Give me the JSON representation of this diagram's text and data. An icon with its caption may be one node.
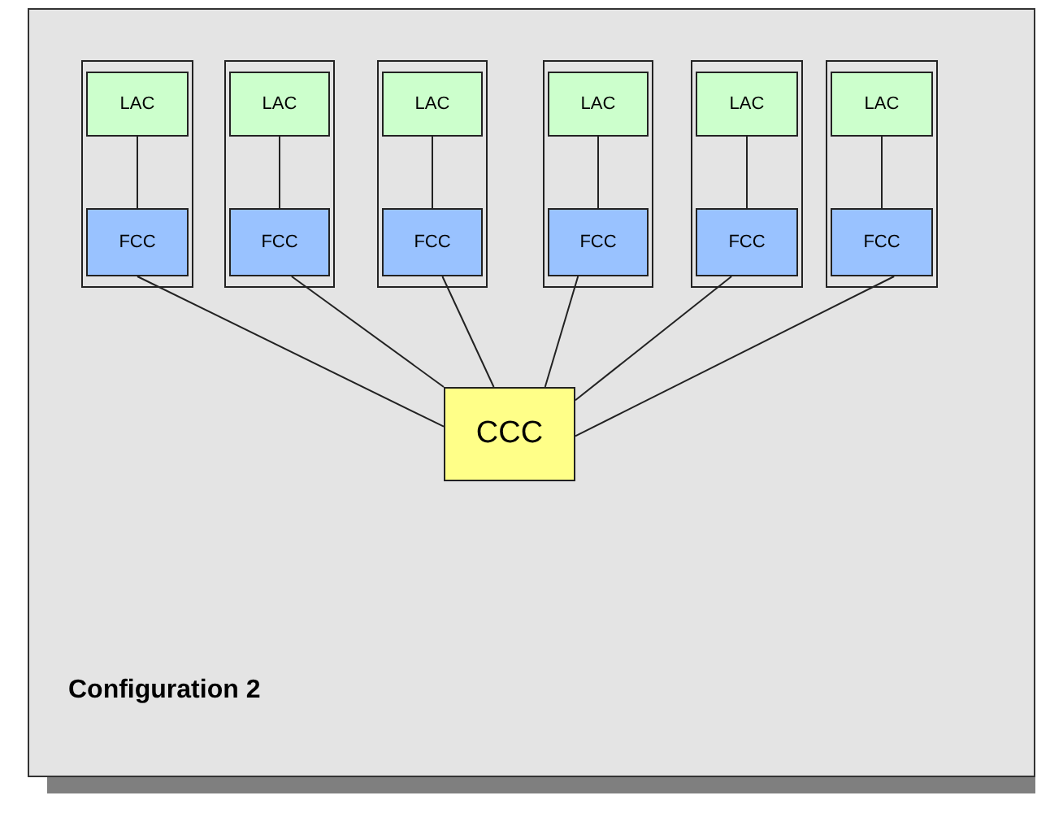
{
  "diagram": {
    "nodes": [
      {
        "text": [
          "Configuration 2"
        ]
      },
      {
        "text": [],
        "shape": "box",
        "in": 0
      },
      {
        "text": [
          "LAC"
        ],
        "in": 1
      },
      {
        "text": [
          "FCC"
        ],
        "in": 1
      },
      {
        "text": [],
        "shape": "box",
        "in": 0
      },
      {
        "text": [
          "LAC"
        ],
        "in": 4
      },
      {
        "text": [
          "FCC"
        ],
        "in": 4
      },
      {
        "text": [],
        "shape": "box",
        "in": 0
      },
      {
        "text": [
          "LAC"
        ],
        "in": 7
      },
      {
        "text": [
          "FCC"
        ],
        "in": 7
      },
      {
        "text": [],
        "shape": "box",
        "in": 0
      },
      {
        "text": [
          "LAC"
        ],
        "in": 10
      },
      {
        "text": [
          "FCC"
        ],
        "in": 10
      },
      {
        "text": [],
        "shape": "box",
        "in": 0
      },
      {
        "text": [
          "LAC"
        ],
        "in": 13
      },
      {
        "text": [
          "FCC"
        ],
        "in": 13
      },
      {
        "text": [],
        "shape": "box",
        "in": 0
      },
      {
        "text": [
          "LAC"
        ],
        "in": 16
      },
      {
        "text": [
          "FCC"
        ],
        "in": 16
      },
      {
        "text": [
          "CCC"
        ],
        "in": 0
      }
    ],
    "edges": [
      {
        "from": 2,
        "to": 3,
        "arrow": "none"
      },
      {
        "from": 5,
        "to": 6,
        "arrow": "none"
      },
      {
        "from": 8,
        "to": 9,
        "arrow": "none"
      },
      {
        "from": 11,
        "to": 12,
        "arrow": "none"
      },
      {
        "from": 14,
        "to": 15,
        "arrow": "none"
      },
      {
        "from": 17,
        "to": 18,
        "arrow": "none"
      },
      {
        "from": 3,
        "to": 19,
        "arrow": "none"
      },
      {
        "from": 6,
        "to": 19,
        "arrow": "none"
      },
      {
        "from": 9,
        "to": 19,
        "arrow": "none"
      },
      {
        "from": 12,
        "to": 19,
        "arrow": "none"
      },
      {
        "from": 15,
        "to": 19,
        "arrow": "none"
      },
      {
        "from": 18,
        "to": 19,
        "arrow": "none"
      }
    ]
  }
}
